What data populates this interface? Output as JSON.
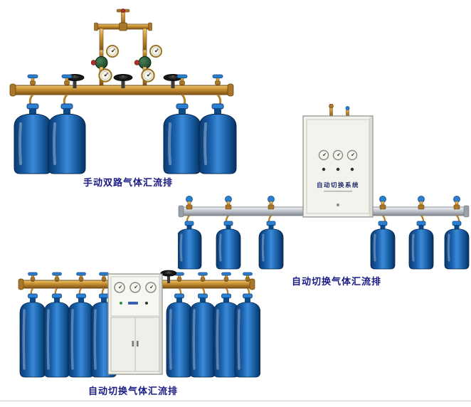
{
  "page": {
    "background": "#ffffff"
  },
  "colors": {
    "brass_pipe": "#c8922f",
    "brass_dark": "#7a511a",
    "bottle_blue": "#1d6ab8",
    "bottle_blue_dark": "#0b3e77",
    "valve_handle_blue": "#2b7fd0",
    "silver_pipe": "#b9bec6",
    "cabinet_body": "#f3f3ee",
    "caption_text": "#1a1a84"
  },
  "products": [
    {
      "id": "manual-dual-gas-manifold",
      "caption": "手动双路气体汇流排",
      "cylinder_count": 4
    },
    {
      "id": "auto-switch-gas-manifold",
      "caption": "自动切换气体汇流排",
      "cylinder_count": 6,
      "cabinet_label": "自动切换系统"
    },
    {
      "id": "auto-switch-gas-manifold-2",
      "caption": "自动切换气体汇流排",
      "cylinder_count": 8
    }
  ]
}
